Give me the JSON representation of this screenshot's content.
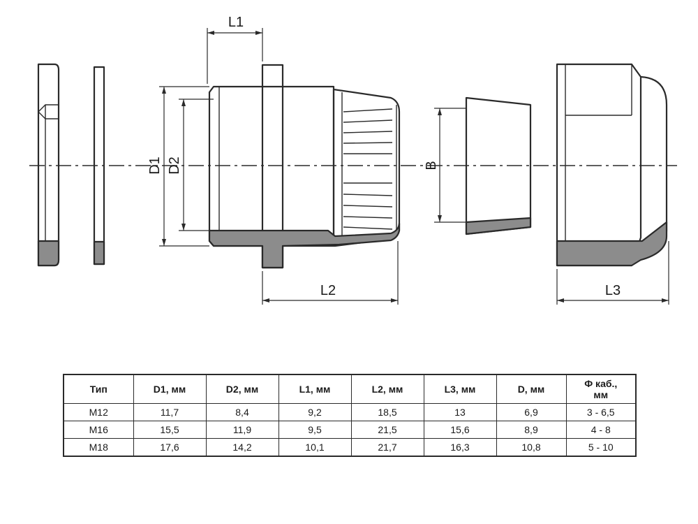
{
  "drawing": {
    "dimension_labels": {
      "l1": "L1",
      "l2": "L2",
      "l3": "L3",
      "d1": "D1",
      "d2": "D2",
      "b": "B"
    }
  },
  "table": {
    "headers": [
      "Тип",
      "D1, мм",
      "D2, мм",
      "L1, мм",
      "L2, мм",
      "L3, мм",
      "D, мм",
      "Ф каб., мм"
    ],
    "rows": [
      [
        "M12",
        "11,7",
        "8,4",
        "9,2",
        "18,5",
        "13",
        "6,9",
        "3 - 6,5"
      ],
      [
        "M16",
        "15,5",
        "11,9",
        "9,5",
        "21,5",
        "15,6",
        "8,9",
        "4 - 8"
      ],
      [
        "M18",
        "17,6",
        "14,2",
        "10,1",
        "21,7",
        "16,3",
        "10,8",
        "5 - 10"
      ]
    ]
  }
}
